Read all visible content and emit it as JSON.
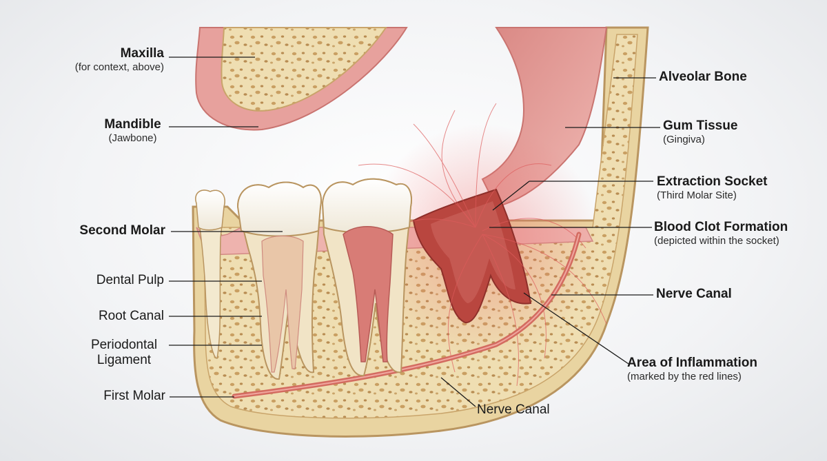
{
  "labels": {
    "maxilla": {
      "title": "Maxilla",
      "sub": "(for context, above)"
    },
    "mandible": {
      "title": "Mandible",
      "sub": "(Jawbone)"
    },
    "second_molar": {
      "title": "Second Molar"
    },
    "dental_pulp": {
      "title": "Dental Pulp"
    },
    "root_canal": {
      "title": "Root Canal"
    },
    "periodontal_ligament": {
      "line1": "Periodontal",
      "line2": "Ligament"
    },
    "first_molar": {
      "title": "First Molar"
    },
    "nerve_canal_bottom": {
      "title": "Nerve Canal"
    },
    "alveolar_bone": {
      "title": "Alveolar Bone"
    },
    "gum_tissue": {
      "title": "Gum Tissue",
      "sub": "(Gingiva)"
    },
    "extraction_socket": {
      "title": "Extraction Socket",
      "sub": "(Third Molar Site)"
    },
    "blood_clot": {
      "title": "Blood Clot Formation",
      "sub": "(depicted within the socket)"
    },
    "nerve_canal_right": {
      "title": "Nerve Canal"
    },
    "inflammation": {
      "title": "Area of Inflammation",
      "sub": "(marked by the red lines)"
    }
  },
  "colors": {
    "bone": "#eedcae",
    "bone_dark": "#c9a46a",
    "gum": "#e9a3a0",
    "enamel": "#fbf9f3",
    "dentin": "#f1e4c6",
    "pulp": "#d87c76",
    "clot": "#b9463f",
    "nerve": "#d36b60",
    "leader": "#1a1a1a"
  }
}
